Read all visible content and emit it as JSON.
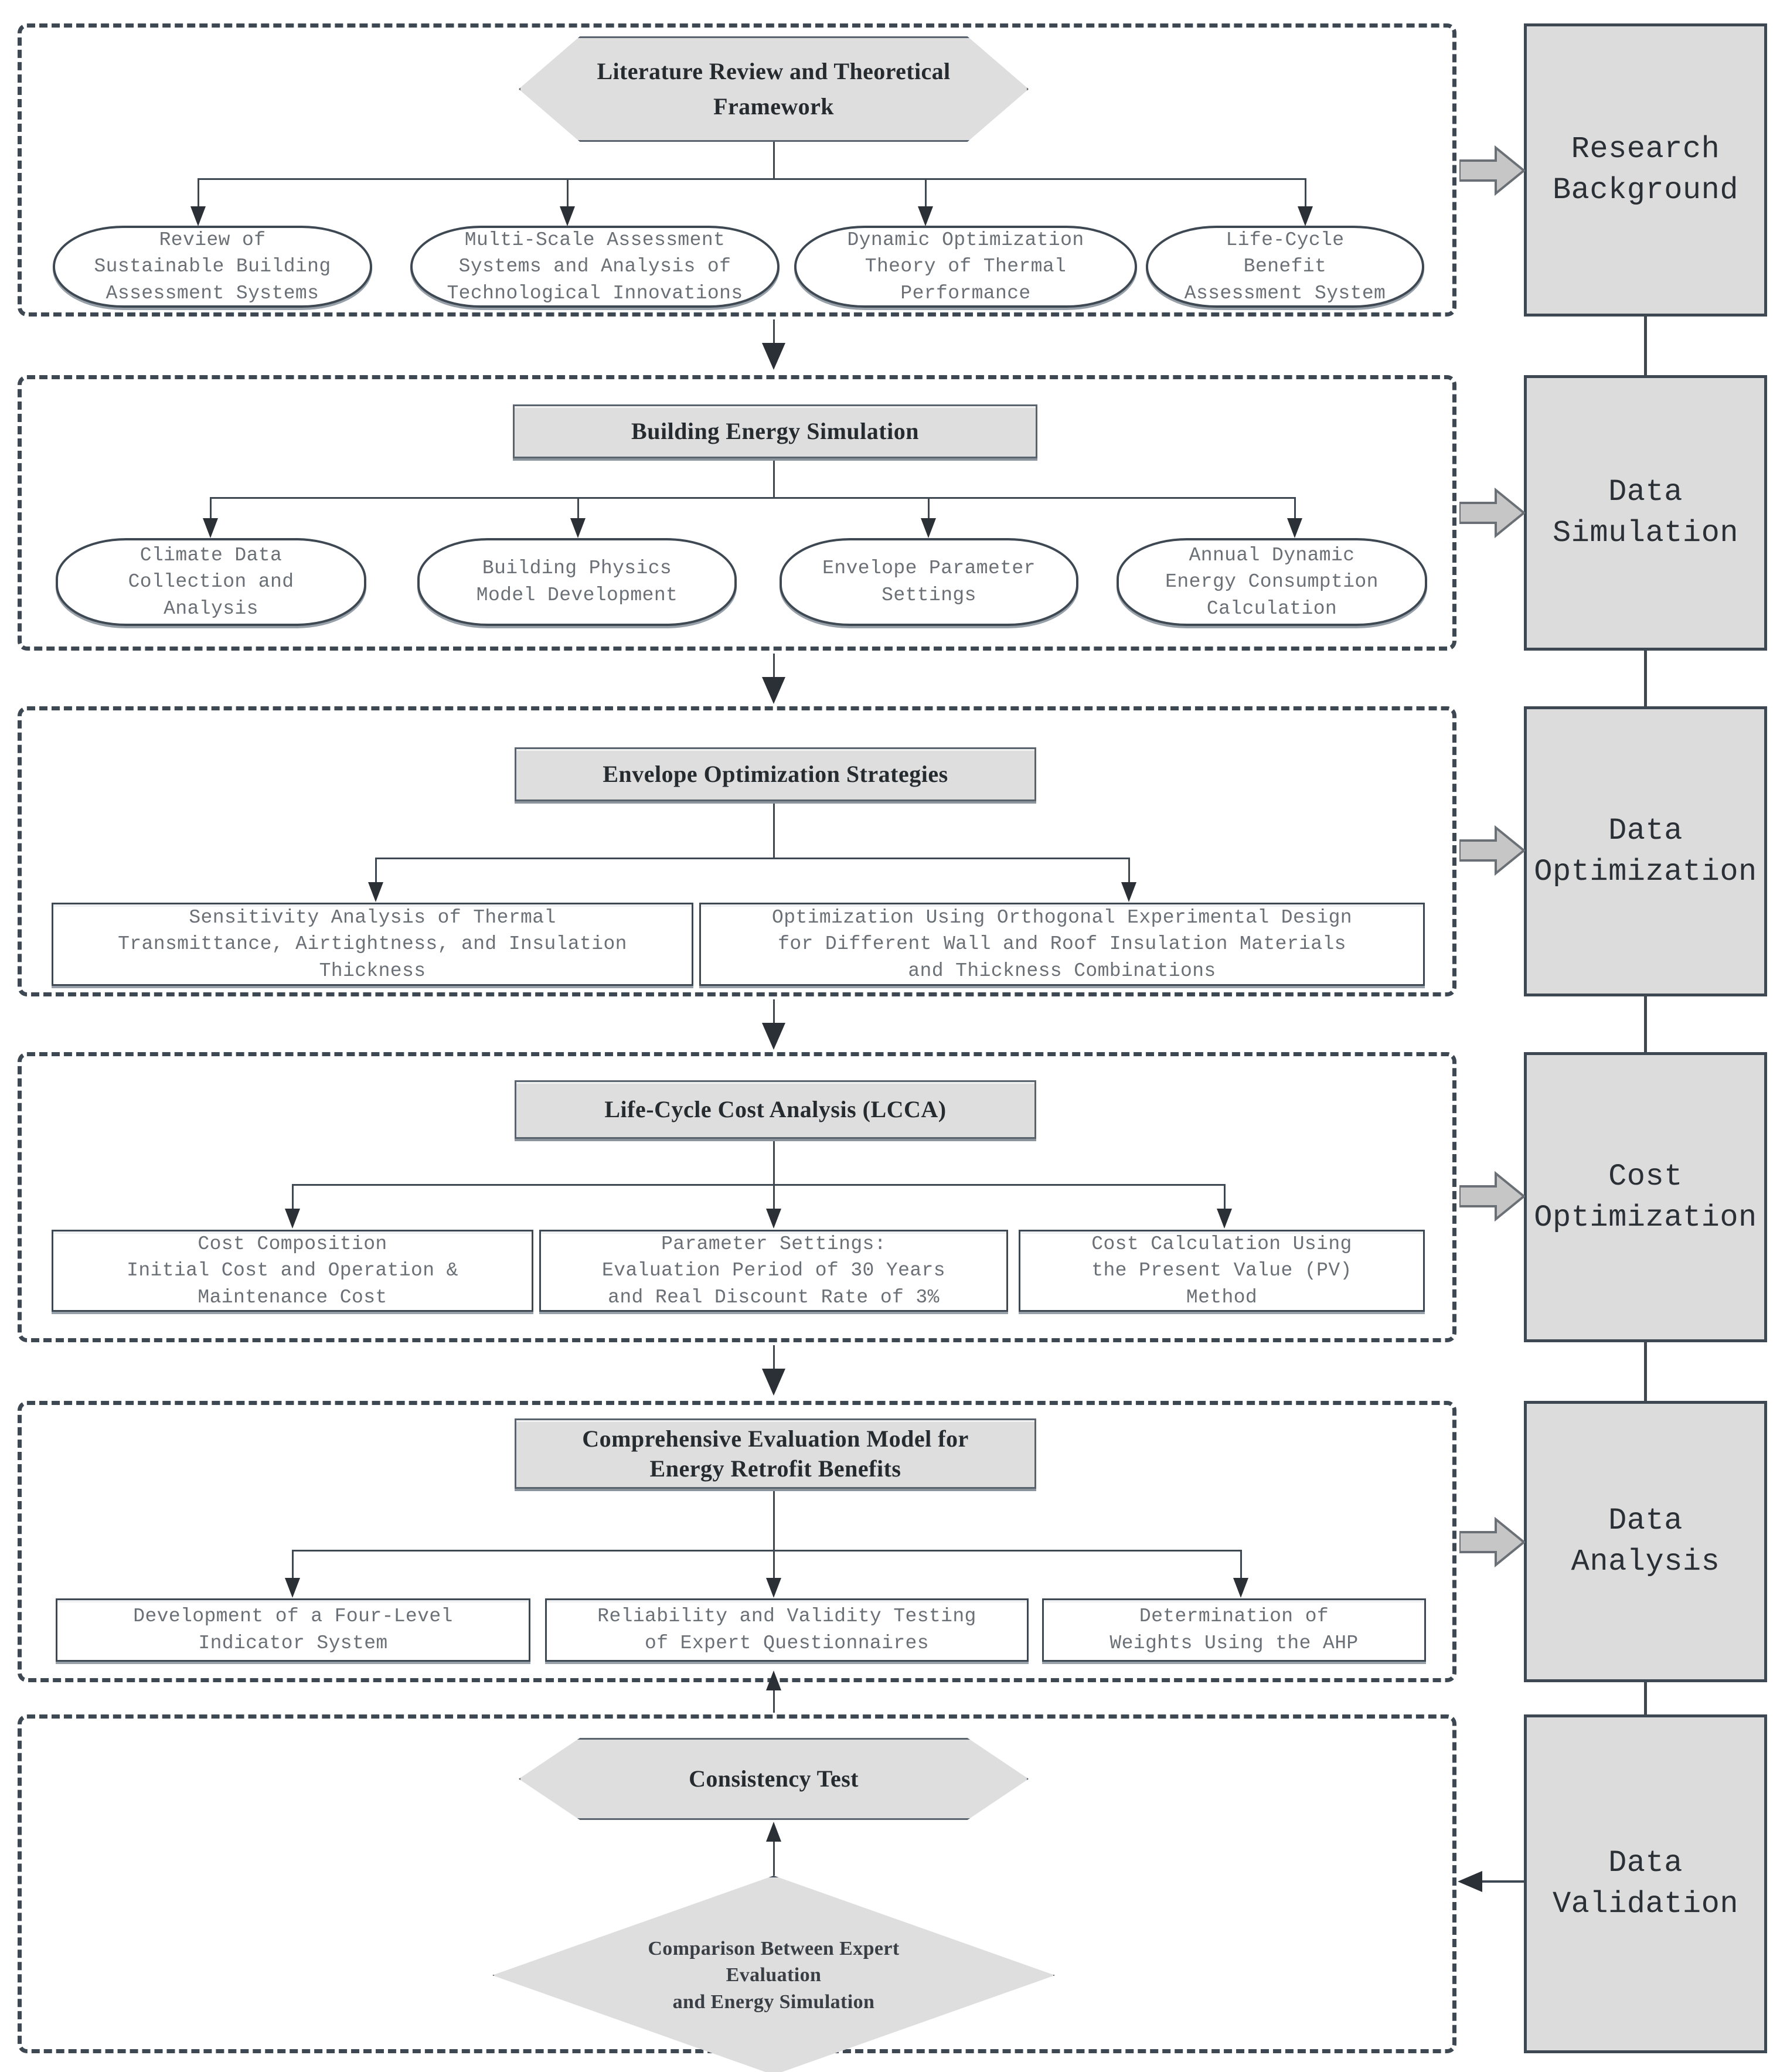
{
  "diagram": {
    "title": "Research Framework Flowchart",
    "colors": {
      "node_fill_grey": "#dedede",
      "node_fill_white": "#ffffff",
      "border": "#3d4852",
      "rail_fill": "#dcdcdc",
      "leaf_text": "#6b7076",
      "header_text": "#262b30",
      "block_arrow_fill": "#c6c6c6"
    },
    "stages": [
      {
        "id": "stage-1",
        "header": {
          "shape": "hexagon",
          "label": "Literature Review and Theoretical\nFramework"
        },
        "leaves": [
          {
            "shape": "rounded",
            "label": "Review of\nSustainable Building\nAssessment Systems"
          },
          {
            "shape": "rounded",
            "label": "Multi-Scale Assessment\nSystems and Analysis of\nTechnological Innovations"
          },
          {
            "shape": "rounded",
            "label": "Dynamic Optimization\nTheory of Thermal\nPerformance"
          },
          {
            "shape": "rounded",
            "label": "Life-Cycle\nBenefit\nAssessment System"
          }
        ],
        "rail": {
          "label": "Research\nBackground",
          "arrow": "block-right"
        }
      },
      {
        "id": "stage-2",
        "header": {
          "shape": "rect",
          "label": "Building Energy Simulation"
        },
        "leaves": [
          {
            "shape": "rounded",
            "label": "Climate Data\nCollection and\nAnalysis"
          },
          {
            "shape": "rounded",
            "label": "Building Physics\nModel Development"
          },
          {
            "shape": "rounded",
            "label": "Envelope Parameter\nSettings"
          },
          {
            "shape": "rounded",
            "label": "Annual Dynamic\nEnergy Consumption\nCalculation"
          }
        ],
        "rail": {
          "label": "Data\nSimulation",
          "arrow": "block-right"
        }
      },
      {
        "id": "stage-3",
        "header": {
          "shape": "rect",
          "label": "Envelope Optimization Strategies"
        },
        "leaves": [
          {
            "shape": "rect",
            "label": "Sensitivity Analysis of Thermal\nTransmittance, Airtightness, and Insulation\nThickness"
          },
          {
            "shape": "rect",
            "label": "Optimization Using Orthogonal Experimental Design\nfor Different Wall and Roof Insulation Materials\nand Thickness Combinations"
          }
        ],
        "rail": {
          "label": "Data\nOptimization",
          "arrow": "block-right"
        }
      },
      {
        "id": "stage-4",
        "header": {
          "shape": "rect",
          "label": "Life-Cycle Cost Analysis (LCCA)"
        },
        "leaves": [
          {
            "shape": "rect",
            "label": "Cost Composition\nInitial Cost and Operation &\nMaintenance Cost"
          },
          {
            "shape": "rect",
            "label": "Parameter Settings:\nEvaluation Period of 30 Years\nand Real Discount Rate of 3%"
          },
          {
            "shape": "rect",
            "label": "Cost Calculation Using\nthe Present Value (PV)\nMethod"
          }
        ],
        "rail": {
          "label": "Cost\nOptimization",
          "arrow": "block-right"
        }
      },
      {
        "id": "stage-5",
        "header": {
          "shape": "rect",
          "label": "Comprehensive Evaluation Model for\nEnergy Retrofit Benefits"
        },
        "leaves": [
          {
            "shape": "rect",
            "label": "Development of a Four-Level\nIndicator System"
          },
          {
            "shape": "rect",
            "label": "Reliability and Validity Testing\nof Expert Questionnaires"
          },
          {
            "shape": "rect",
            "label": "Determination of\nWeights Using the AHP"
          }
        ],
        "rail": {
          "label": "Data\nAnalysis",
          "arrow": "block-right"
        }
      },
      {
        "id": "stage-6",
        "header": {
          "shape": "hexagon",
          "label": "Consistency Test"
        },
        "leaves": [
          {
            "shape": "diamond",
            "label": "Comparison Between Expert\nEvaluation\nand Energy Simulation"
          }
        ],
        "rail": {
          "label": "Data\nValidation",
          "arrow": "thin-left"
        }
      }
    ]
  }
}
